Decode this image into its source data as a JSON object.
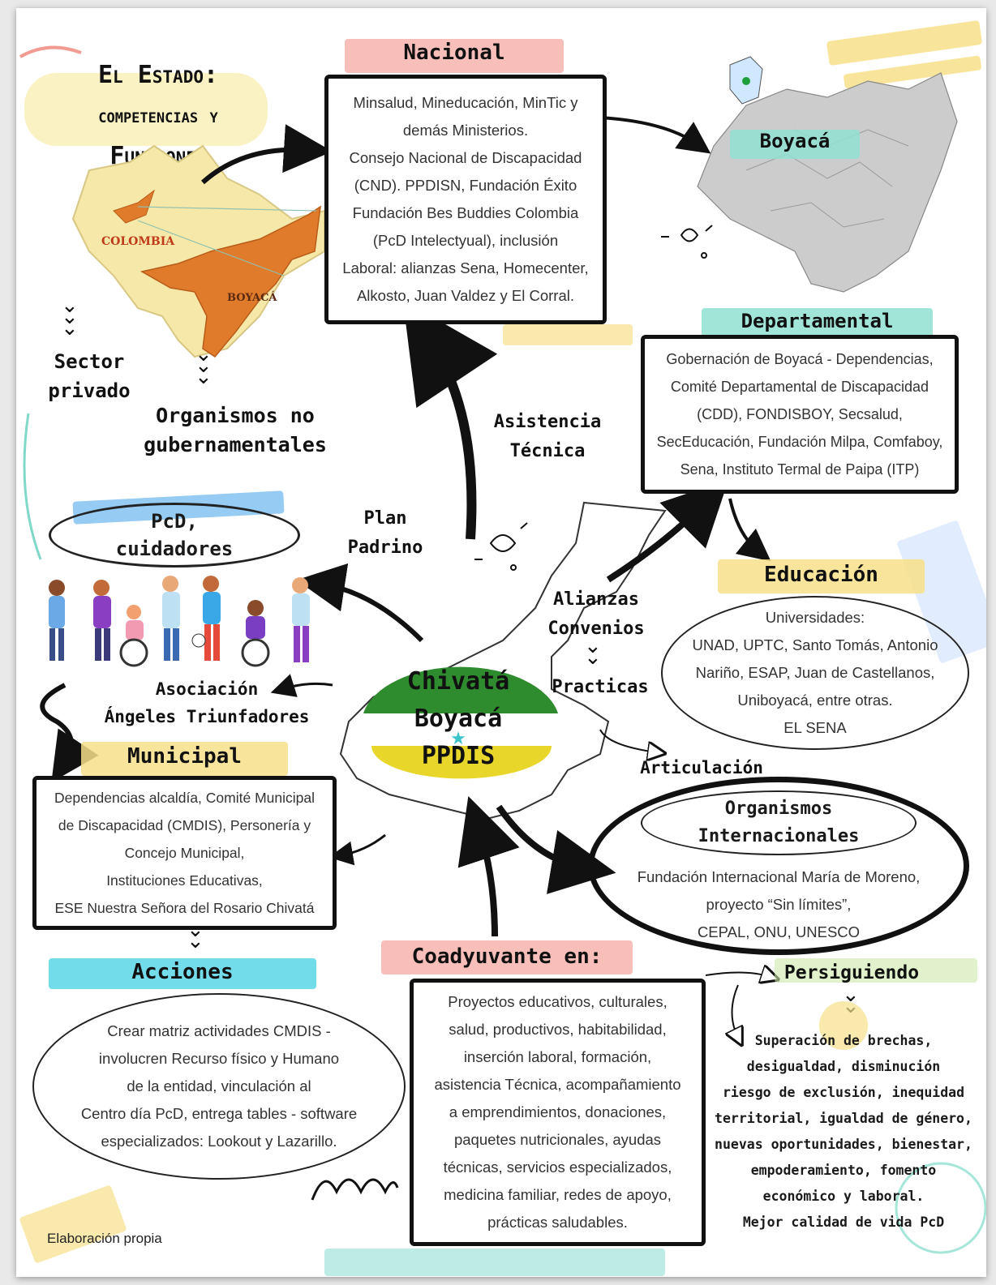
{
  "title": {
    "line1": "El Estado:",
    "line2": "competencias y",
    "line3": "Funciones"
  },
  "map_colombia": {
    "country_label": "COLOMBIA",
    "region_label": "BOYACÁ"
  },
  "sector_privado": {
    "line1": "Sector",
    "line2": "privado"
  },
  "ong": {
    "line1": "Organismos no",
    "line2": "gubernamentales"
  },
  "nacional": {
    "heading": "Nacional",
    "lines": [
      "Minsalud, Mineducación, MinTic y",
      "demás Ministerios.",
      "Consejo Nacional de Discapacidad",
      "(CND). PPDISN, Fundación Éxito",
      "Fundación Bes Buddies Colombia",
      "(PcD Intelectyual), inclusión",
      "Laboral: alianzas Sena, Homecenter,",
      "Alkosto, Juan Valdez y El Corral."
    ]
  },
  "boyaca_map": {
    "label": "Boyacá"
  },
  "departamental": {
    "heading": "Departamental",
    "lines": [
      "Gobernación de Boyacá - Dependencias,",
      "Comité Departamental de Discapacidad",
      "(CDD), FONDISBOY, Secsalud,",
      "SecEducación, Fundación Milpa, Comfaboy,",
      "Sena, Instituto Termal de Paipa (ITP)"
    ]
  },
  "asistencia": {
    "line1": "Asistencia",
    "line2": "Técnica"
  },
  "plan_padrino": {
    "line1": "Plan",
    "line2": "Padrino"
  },
  "pcd": {
    "line1": "PcD,",
    "line2": "cuidadores"
  },
  "alianzas": {
    "line1": "Alianzas",
    "line2": "Convenios",
    "line3": "Practicas"
  },
  "educacion": {
    "heading": "Educación",
    "lines": [
      "Universidades:",
      "UNAD, UPTC, Santo Tomás, Antonio",
      "Nariño, ESAP, Juan de Castellanos,",
      "Uniboyacá, entre otras.",
      "EL SENA"
    ]
  },
  "center": {
    "line1": "Chivatá",
    "line2": "Boyacá",
    "line3": "PPDIS"
  },
  "asociacion": {
    "line1": "Asociación",
    "line2": "Ángeles Triunfadores"
  },
  "articulacion": "Articulación",
  "municipal": {
    "heading": "Municipal",
    "lines": [
      "Dependencias alcaldía, Comité Municipal",
      "de Discapacidad (CMDIS), Personería y",
      "Concejo Municipal,",
      "Instituciones Educativas,",
      "ESE Nuestra Señora del Rosario Chivatá"
    ]
  },
  "internacionales": {
    "heading1": "Organismos",
    "heading2": "Internacionales",
    "lines": [
      "Fundación Internacional María de Moreno,",
      "proyecto “Sin límites”,",
      "CEPAL, ONU, UNESCO"
    ]
  },
  "acciones": {
    "heading": "Acciones",
    "lines": [
      "Crear matriz actividades CMDIS -",
      "involucren Recurso físico y Humano",
      "de la entidad, vinculación al",
      "Centro día PcD, entrega tables - software",
      "especializados: Lookout y Lazarillo."
    ]
  },
  "coadyuvante": {
    "heading": "Coadyuvante en:",
    "lines": [
      "Proyectos educativos, culturales,",
      "salud, productivos, habitabilidad,",
      "inserción laboral, formación,",
      "asistencia Técnica, acompañamiento",
      "a emprendimientos, donaciones,",
      "paquetes nutricionales, ayudas",
      "técnicas, servicios especializados,",
      "medicina familiar, redes de apoyo,",
      "prácticas saludables."
    ]
  },
  "persiguiendo": {
    "heading": "Persiguiendo",
    "lines": [
      "Superación de brechas,",
      "desigualdad, disminución",
      "riesgo de exclusión, inequidad",
      "territorial, igualdad de género,",
      "nuevas oportunidades, bienestar,",
      "empoderamiento, fomento",
      "económico y laboral.",
      "Mejor calidad de vida PcD"
    ]
  },
  "footer": "Elaboración propia",
  "colors": {
    "pink": "#f7b3ad",
    "mint": "#8fe0d0",
    "yellow": "#f7e08a",
    "cyan": "#5ad6e6",
    "green_flag": "#2e8b2e",
    "yellow_flag": "#e8d62a",
    "boyaca_orange": "#e07b2c",
    "map_gray": "#c9c9c9"
  }
}
